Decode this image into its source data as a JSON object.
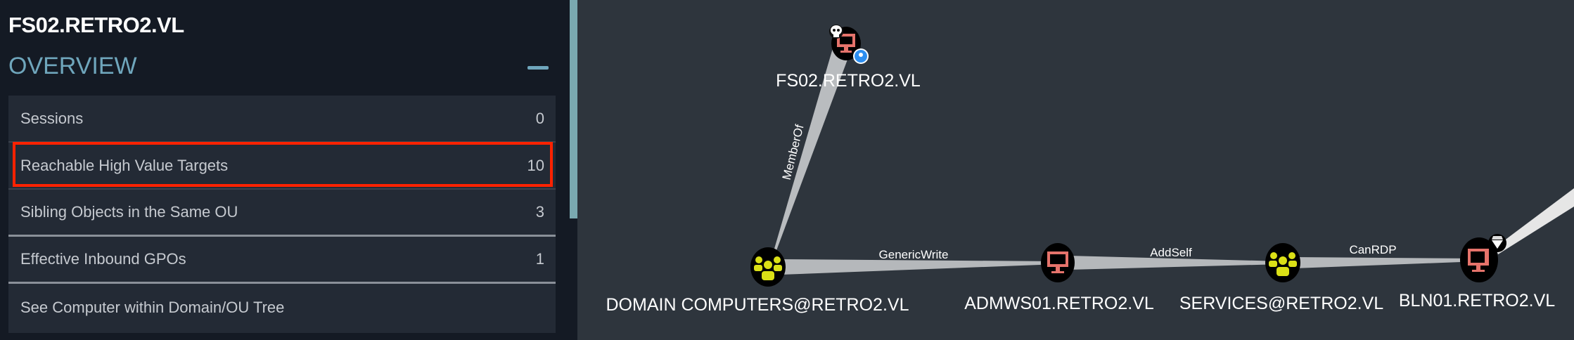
{
  "panel": {
    "title": "FS02.RETRO2.VL",
    "section": "OVERVIEW",
    "rows": [
      {
        "label": "Sessions",
        "value": "0"
      },
      {
        "label": "Reachable High Value Targets",
        "value": "10"
      },
      {
        "label": "Sibling Objects in the Same OU",
        "value": "3"
      },
      {
        "label": "Effective Inbound GPOs",
        "value": "1"
      },
      {
        "label": "See Computer within Domain/OU Tree",
        "value": ""
      }
    ]
  },
  "graph": {
    "nodes": [
      {
        "label": "FS02.RETRO2.VL",
        "type": "computer",
        "badges": [
          "skull-icon",
          "pin-icon"
        ]
      },
      {
        "label": "DOMAIN COMPUTERS@RETRO2.VL",
        "type": "group"
      },
      {
        "label": "ADMWS01.RETRO2.VL",
        "type": "computer"
      },
      {
        "label": "SERVICES@RETRO2.VL",
        "type": "group"
      },
      {
        "label": "BLN01.RETRO2.VL",
        "type": "computer",
        "badges": [
          "diamond-icon"
        ]
      }
    ],
    "edges": [
      {
        "label": "MemberOf"
      },
      {
        "label": "GenericWrite"
      },
      {
        "label": "AddSelf"
      },
      {
        "label": "CanRDP"
      }
    ]
  },
  "colors": {
    "highlight": "#ff2200",
    "computer": "#e5736b",
    "group": "#dbe016",
    "accent": "#6fa6bc"
  }
}
